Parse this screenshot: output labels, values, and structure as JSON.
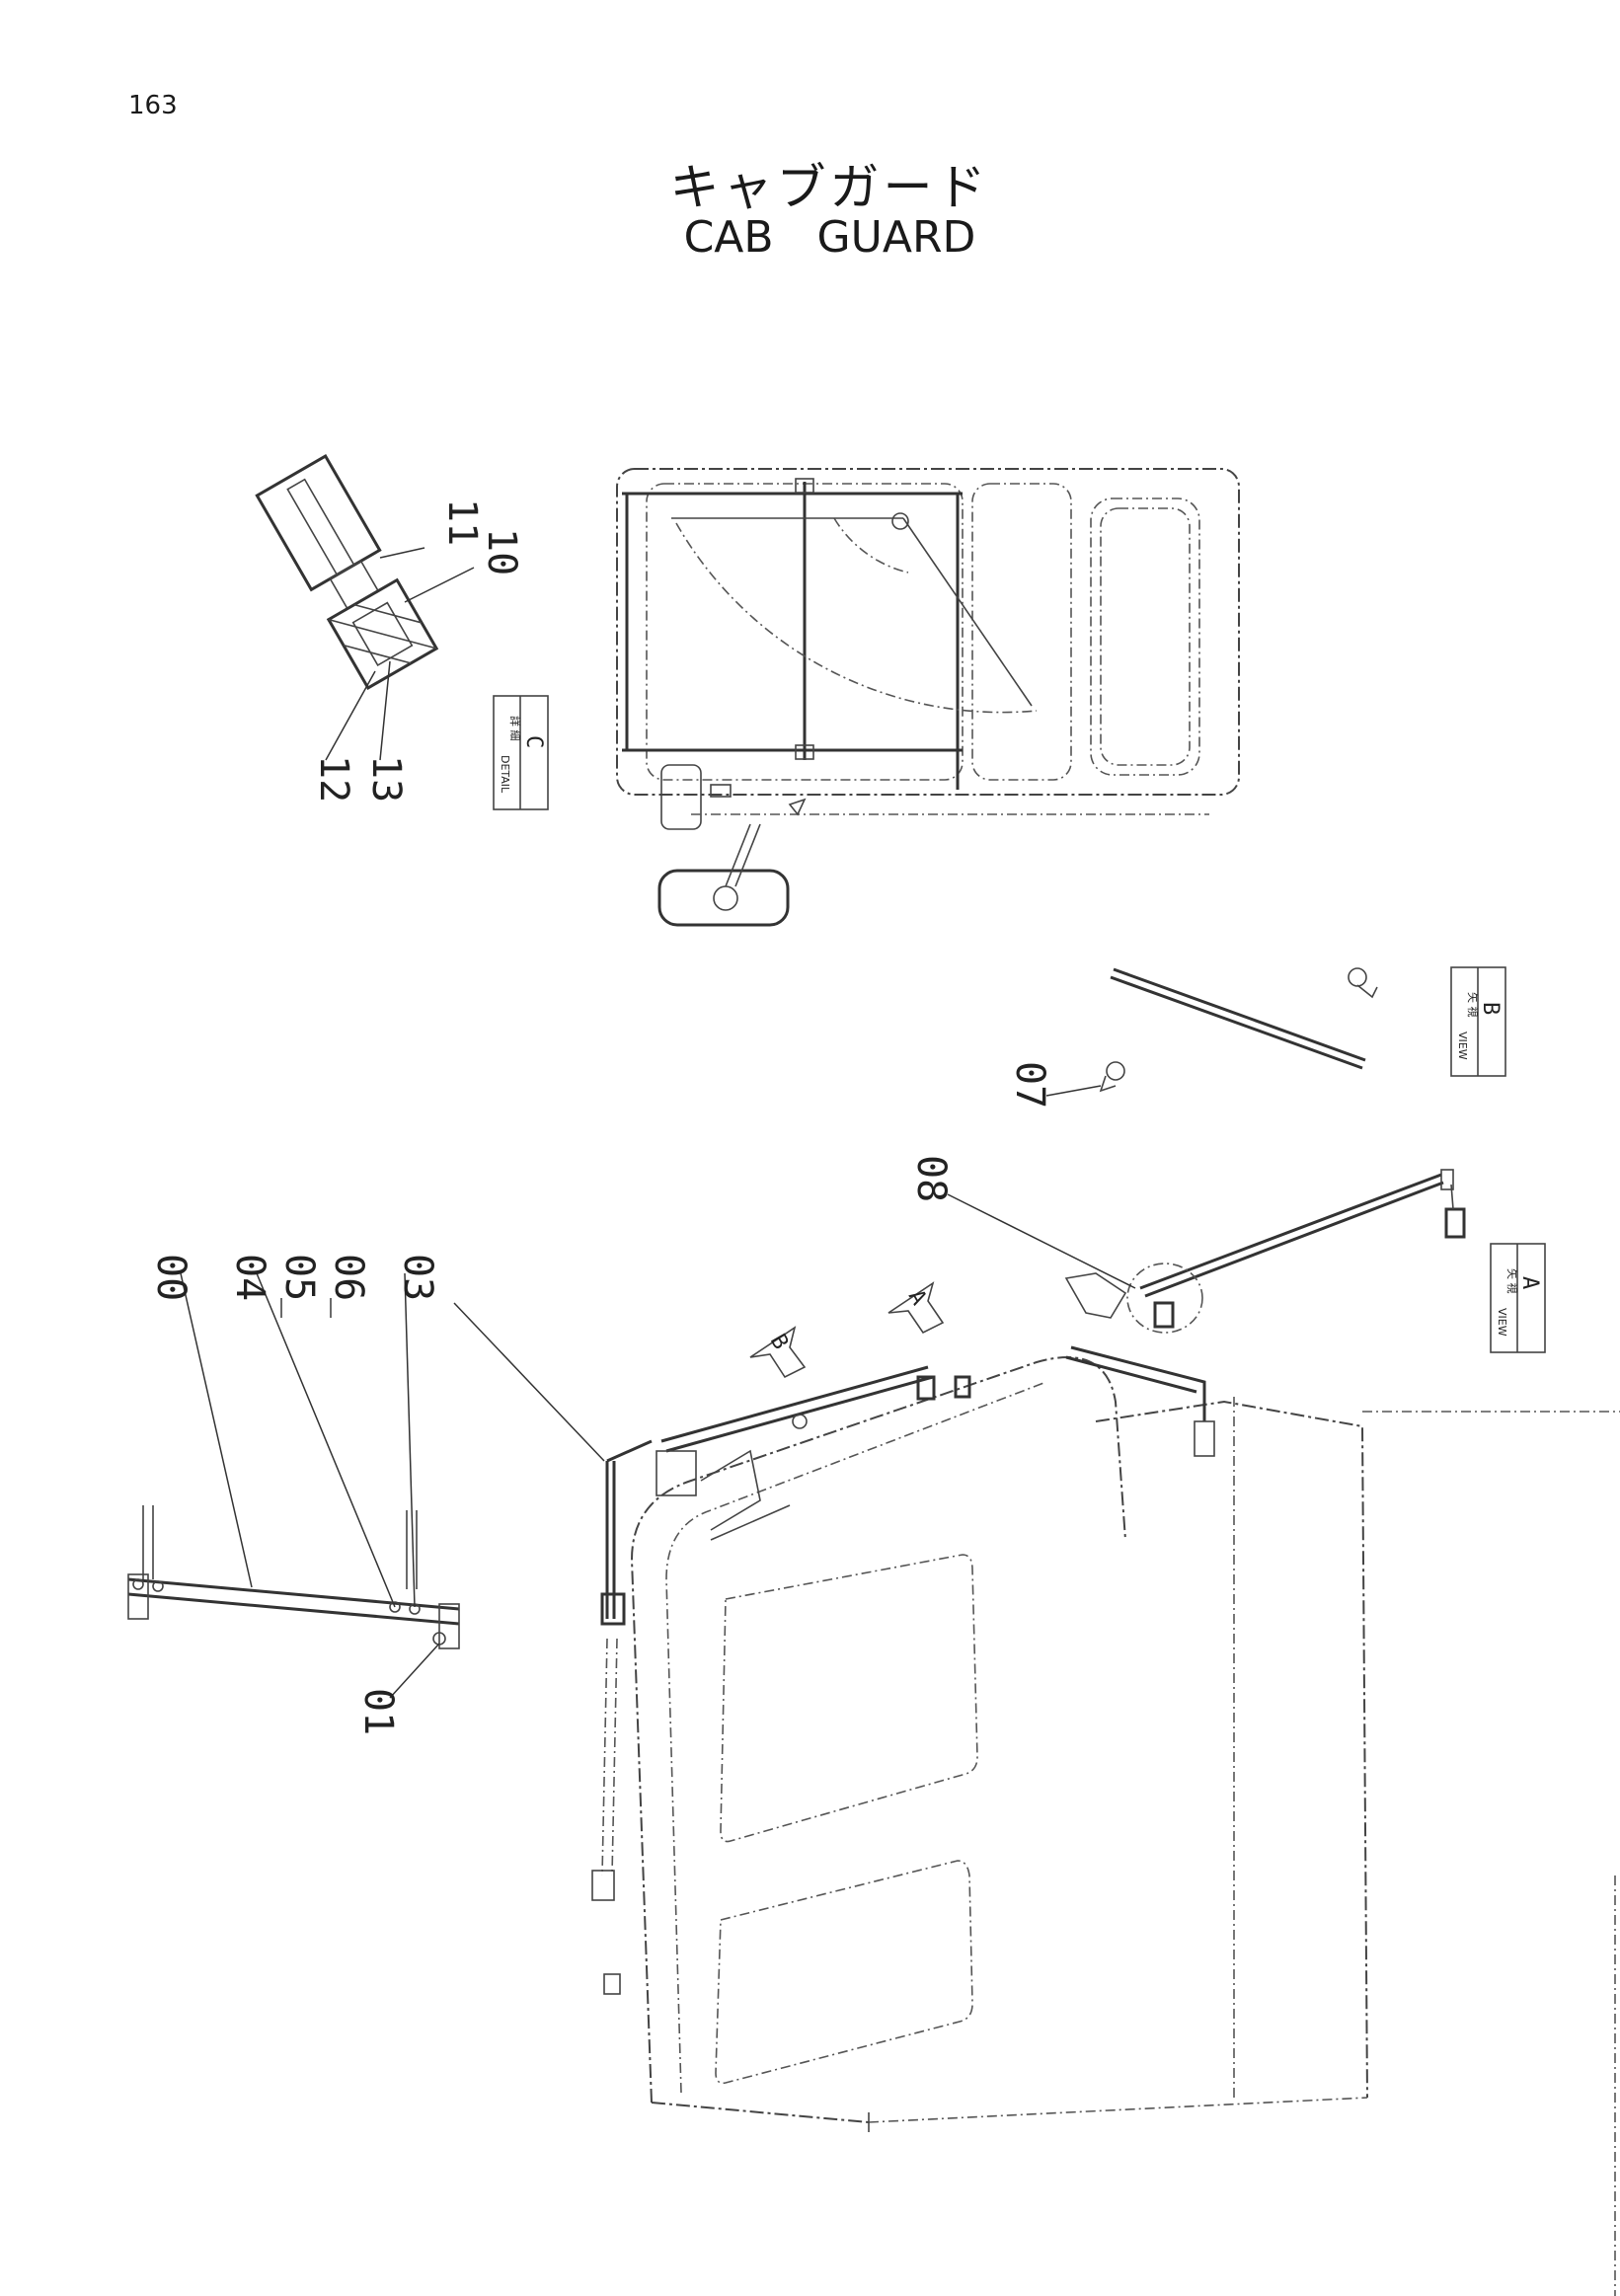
{
  "page": {
    "number": "163"
  },
  "title": {
    "japanese": "キャブガード",
    "english": "CAB  GUARD"
  },
  "callouts": {
    "c00": "00",
    "c01": "01",
    "c03": "03",
    "c04": "04",
    "c05": "05",
    "c06": "06",
    "c07": "07",
    "c08": "08",
    "c10": "10",
    "c11": "11",
    "c12": "12",
    "c13": "13"
  },
  "views": {
    "detail_c": {
      "letter": "C",
      "caption": "DETAIL",
      "jp": "詳 細"
    },
    "view_b": {
      "letter": "B",
      "caption": "VIEW",
      "jp": "矢 視"
    },
    "view_a": {
      "letter": "A",
      "caption": "VIEW",
      "jp": "矢 視"
    }
  },
  "arrows": {
    "a": "A",
    "b": "B"
  }
}
